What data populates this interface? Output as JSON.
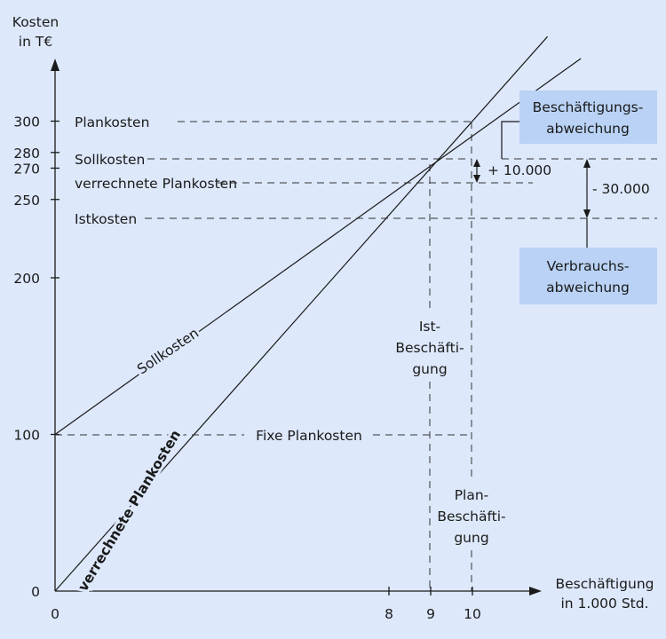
{
  "chart_data": {
    "type": "line",
    "xlabel": [
      "Beschäftigung",
      "in 1.000 Std."
    ],
    "ylabel": [
      "Kosten",
      "in T€"
    ],
    "xlim": [
      0,
      11.8
    ],
    "ylim": [
      0,
      345
    ],
    "x_ticks": [
      0,
      8,
      9,
      10
    ],
    "y_ticks": [
      0,
      100,
      200,
      250,
      270,
      280,
      300
    ],
    "series": [
      {
        "name": "Sollkosten",
        "x": [
          0,
          12.6
        ],
        "y": [
          100,
          340
        ]
      },
      {
        "name": "verrechnete Plankosten",
        "x": [
          0,
          11.8
        ],
        "y": [
          0,
          354
        ]
      }
    ],
    "reference_lines": [
      {
        "label": "Plankosten",
        "y": 300
      },
      {
        "label": "Sollkosten",
        "y": 280
      },
      {
        "label": "verrechnete Plankosten",
        "y": 270
      },
      {
        "label": "Istkosten",
        "y": 250
      },
      {
        "label": "Fixe Plankosten",
        "y": 100
      }
    ],
    "vertical_lines": [
      {
        "label": [
          "Ist-",
          "Beschäfti-",
          "gung"
        ],
        "x": 9
      },
      {
        "label": [
          "Plan-",
          "Beschäfti-",
          "gung"
        ],
        "x": 10
      }
    ],
    "annotations": {
      "beschaeftigungsabweichung": {
        "label": [
          "Beschäftigungs-",
          "abweichung"
        ],
        "value": "+ 10.000",
        "from": 270,
        "to": 280
      },
      "verbrauchsabweichung": {
        "label": [
          "Verbrauchs-",
          "abweichung"
        ],
        "value": "- 30.000",
        "from": 250,
        "to": 280
      }
    },
    "colors": {
      "background": "#dde8fb",
      "box": "#b9d2f5",
      "ink": "#1a1a1a"
    }
  }
}
